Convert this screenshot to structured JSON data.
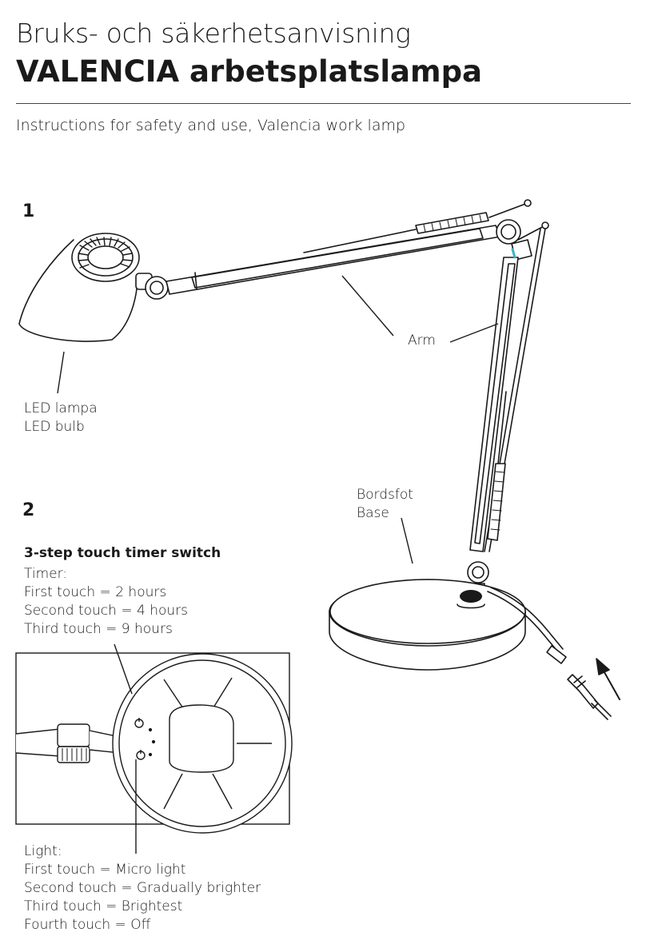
{
  "header": {
    "title_sv": "Bruks- och säkerhetsanvisning",
    "title_product": "VALENCIA arbetsplatslampa",
    "subtitle_en": "Instructions for safety and use, Valencia work lamp"
  },
  "section1": {
    "number": "1",
    "labels": {
      "arm": "Arm",
      "led_sv": "LED lampa",
      "led_en": "LED bulb",
      "base_sv": "Bordsfot",
      "base_en": "Base"
    }
  },
  "section2": {
    "number": "2",
    "switch_heading": "3-step touch timer switch",
    "timer": {
      "title": "Timer:",
      "lines": [
        "First touch = 2 hours",
        "Second touch = 4 hours",
        "Third touch = 9 hours"
      ]
    },
    "light": {
      "title": "Light:",
      "lines": [
        "First touch = Micro light",
        "Second touch = Gradually brighter",
        "Third touch = Brightest",
        "Fourth touch = Off"
      ]
    }
  },
  "colors": {
    "ink": "#1a1a1a",
    "accent_cyan": "#39b5c9"
  }
}
